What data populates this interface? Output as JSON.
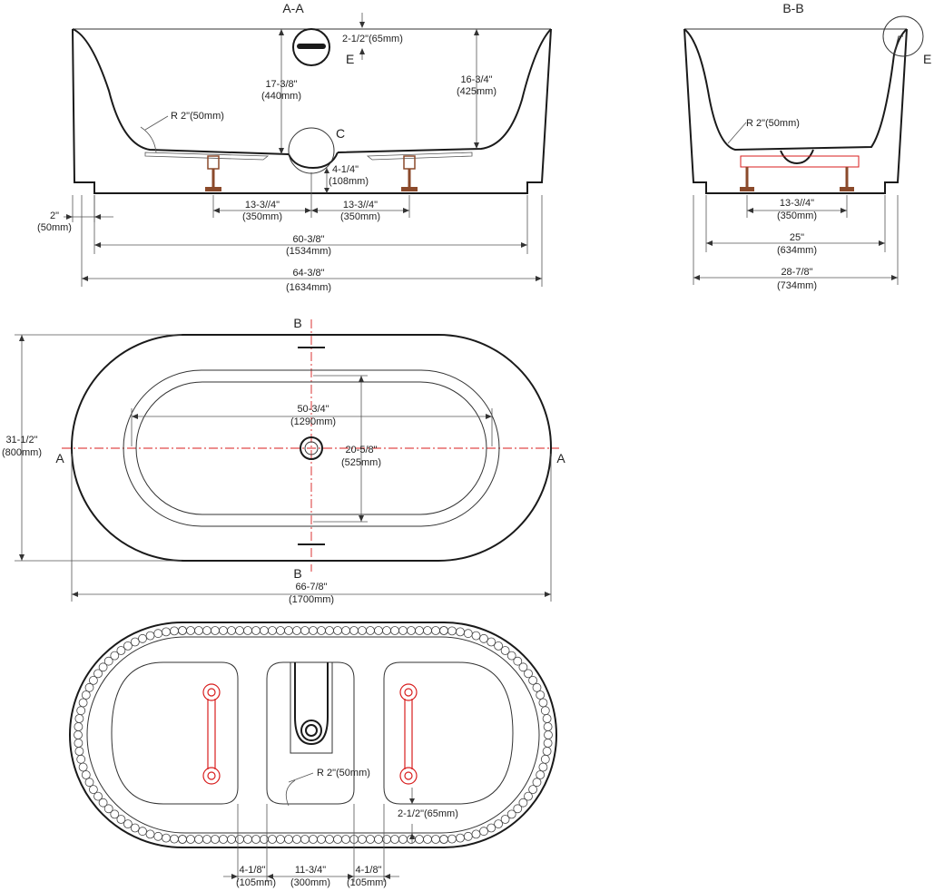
{
  "colors": {
    "outline": "#1a1a1a",
    "dimension": "#333333",
    "centerline": "#d81e1e",
    "leg_red": "#d81e1e",
    "leg_brown": "#8b4a2b",
    "background": "#ffffff"
  },
  "section_aa": {
    "title": "A-A",
    "rim_depth": "2-1/2\"(65mm)",
    "detail_e": "E",
    "overall_depth_line1": "17-3/8\"",
    "overall_depth_line2": "(440mm)",
    "inner_depth_line1": "16-3/4\"",
    "inner_depth_line2": "(425mm)",
    "radius": "R 2\"(50mm)",
    "detail_c": "C",
    "drain_height_line1": "4-1/4\"",
    "drain_height_line2": "(108mm)",
    "base_step_line1": "2\"",
    "base_step_line2": "(50mm)",
    "leg_left_line1": "13-3//4\"",
    "leg_left_line2": "(350mm)",
    "leg_right_line1": "13-3//4\"",
    "leg_right_line2": "(350mm)",
    "base_length_line1": "60-3/8\"",
    "base_length_line2": "(1534mm)",
    "overall_length_line1": "64-3/8\"",
    "overall_length_line2": "(1634mm)"
  },
  "section_bb": {
    "title": "B-B",
    "detail_e": "E",
    "radius": "R 2\"(50mm)",
    "leg_span_line1": "13-3//4\"",
    "leg_span_line2": "(350mm)",
    "base_width_line1": "25\"",
    "base_width_line2": "(634mm)",
    "overall_width_line1": "28-7/8\"",
    "overall_width_line2": "(734mm)"
  },
  "plan_view": {
    "section_b_top": "B",
    "section_b_bottom": "B",
    "section_a_left": "A",
    "section_a_right": "A",
    "overall_width_line1": "31-1/2\"",
    "overall_width_line2": "(800mm)",
    "inner_length_line1": "50-3/4\"",
    "inner_length_line2": "(1290mm)",
    "inner_width_line1": "20-5/8\"",
    "inner_width_line2": "(525mm)",
    "overall_length_line1": "66-7/8\"",
    "overall_length_line2": "(1700mm)"
  },
  "bottom_view": {
    "radius": "R 2\"(50mm)",
    "edge_offset": "2-1/2\"(65mm)",
    "pad_left_line1": "4-1/8\"",
    "pad_left_line2": "(105mm)",
    "center_gap_line1": "11-3/4\"",
    "center_gap_line2": "(300mm)",
    "pad_right_line1": "4-1/8\"",
    "pad_right_line2": "(105mm)"
  }
}
